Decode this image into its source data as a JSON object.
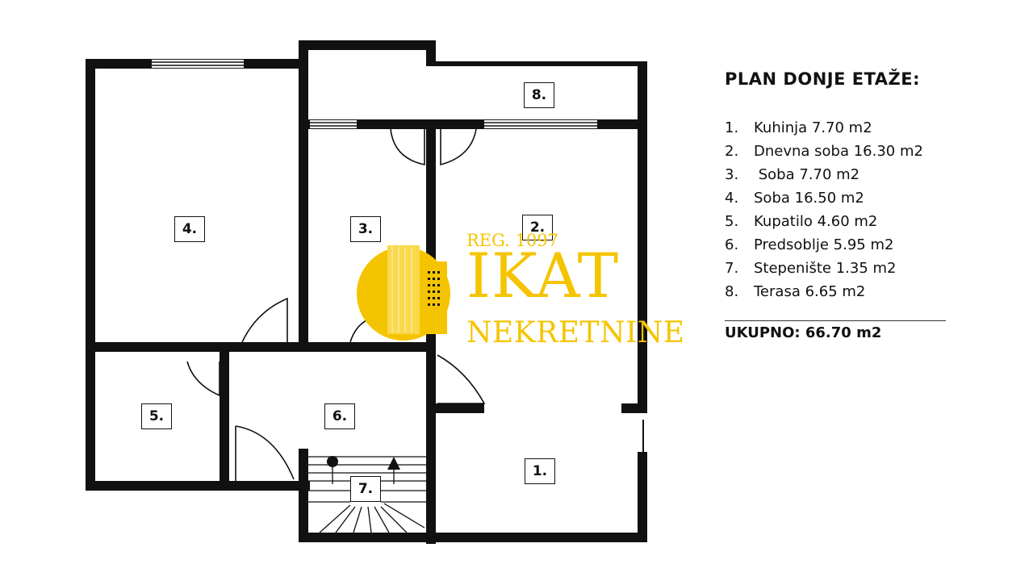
{
  "plan": {
    "rooms": [
      {
        "number": "1."
      },
      {
        "number": "2."
      },
      {
        "number": "3."
      },
      {
        "number": "4."
      },
      {
        "number": "5."
      },
      {
        "number": "6."
      },
      {
        "number": "7."
      },
      {
        "number": "8."
      }
    ]
  },
  "legend": {
    "title": "PLAN DONJE ETAŽE:",
    "items": [
      {
        "num": "1.",
        "text": "Kuhinja 7.70 m2"
      },
      {
        "num": "2.",
        "text": "Dnevna soba 16.30 m2"
      },
      {
        "num": "3.",
        "text": " Soba 7.70 m2"
      },
      {
        "num": "4.",
        "text": "Soba 16.50 m2"
      },
      {
        "num": "5.",
        "text": "Kupatilo 4.60 m2"
      },
      {
        "num": "6.",
        "text": "Predsoblje 5.95 m2"
      },
      {
        "num": "7.",
        "text": "Stepenište 1.35 m2"
      },
      {
        "num": "8.",
        "text": "Terasa 6.65 m2"
      }
    ],
    "total": "UKUPNO: 66.70 m2"
  },
  "watermark": {
    "reg": "REG. 1097",
    "brand": "IKAT",
    "subtitle": "NEKRETNINE"
  },
  "colors": {
    "wall": "#111111",
    "watermark": "#f5c400"
  }
}
